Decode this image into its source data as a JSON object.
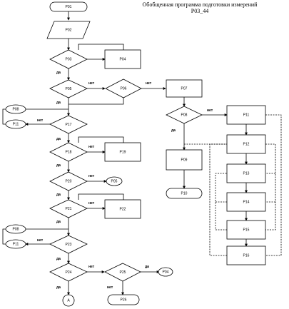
{
  "title": {
    "line1": "Обобщенная программа подготовки измерений",
    "line2": "Р03_44"
  },
  "branch": {
    "yes": "да",
    "no": "нет"
  },
  "nodes": {
    "P01": "Р01",
    "P02": "Р02",
    "P03": "Р03",
    "P04": "Р04",
    "P05": "Р05",
    "P06": "Р06",
    "P07": "Р07",
    "P08": "Р08",
    "P09": "Р09",
    "P10": "Р10",
    "P11": "Р11",
    "P12": "Р12",
    "P13": "Р13",
    "P14": "Р14",
    "P15": "Р15",
    "P16": "Р16",
    "P17": "Р17",
    "P18": "Р18",
    "P19": "Р19",
    "P20": "Р20",
    "P21": "Р21",
    "P22": "Р22",
    "P23": "Р23",
    "P24": "Р24",
    "P25": "Р25",
    "P26": "Р26",
    "A": "А"
  },
  "left_connectors": {
    "P08": "Р08",
    "P11": "Р11"
  },
  "right_connectors": {
    "P05": "Р05",
    "P04": "Р04"
  }
}
